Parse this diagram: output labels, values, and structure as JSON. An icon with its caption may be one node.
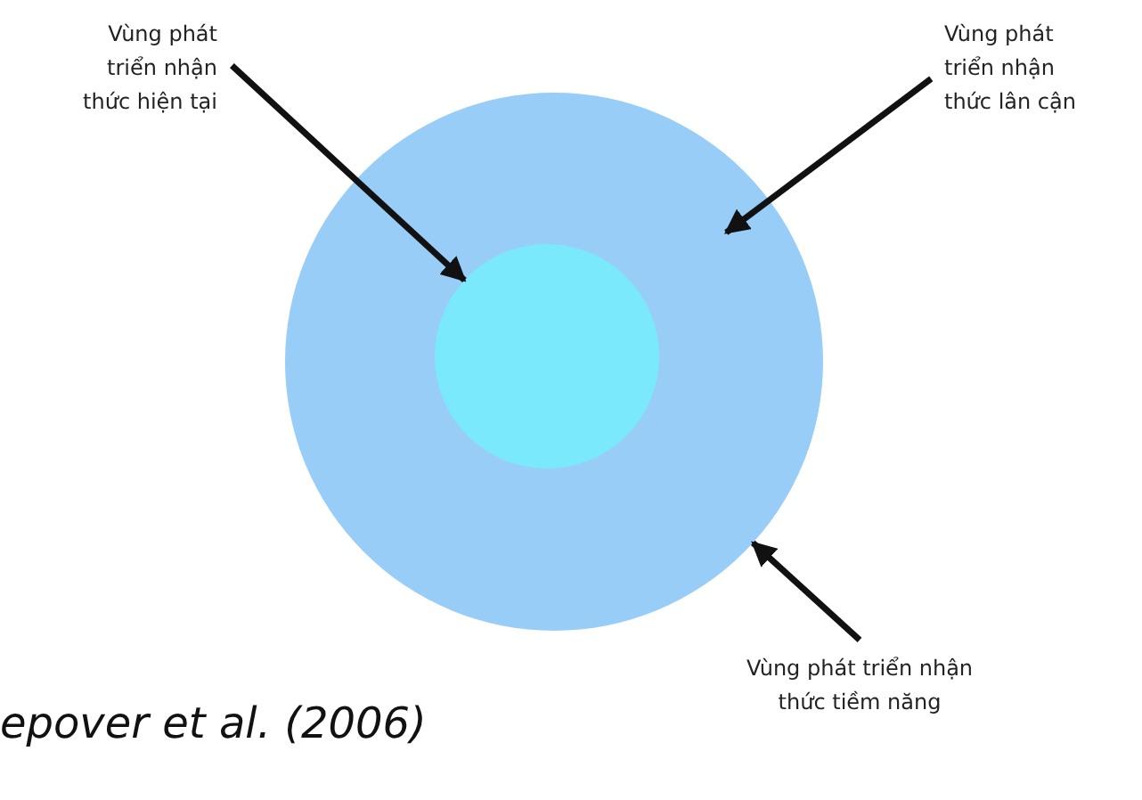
{
  "diagram": {
    "caption": "epover et al. (2006)",
    "nodes": [
      {
        "text": [
          "Vùng phát triển nhận thức hiện tại"
        ]
      },
      {
        "text": [
          "Vùng phát triển nhận thức lân cận"
        ]
      },
      {
        "text": [],
        "shape": "circle"
      },
      {
        "text": [],
        "shape": "circle",
        "in": 2
      },
      {
        "text": [
          "Vùng phát triển nhận thức tiềm năng"
        ]
      }
    ],
    "edges": [
      {
        "from": 0,
        "to": 3,
        "arrow": "to"
      },
      {
        "from": 1,
        "to": 2,
        "arrow": "to"
      },
      {
        "from": 4,
        "to": 2,
        "arrow": "to"
      }
    ]
  }
}
